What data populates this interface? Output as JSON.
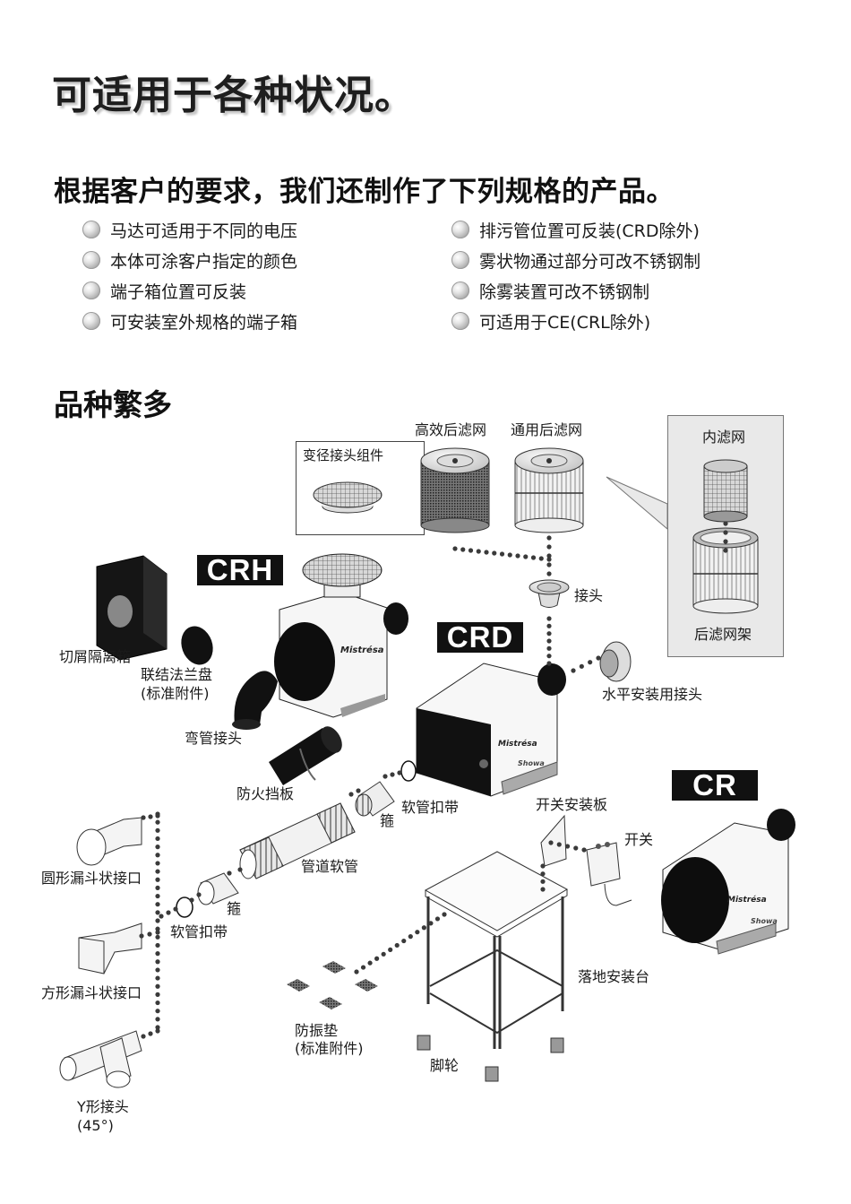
{
  "header": {
    "title": "可适用于各种状况。",
    "subtitle": "根据客户的要求，我们还制作了下列规格的产品。"
  },
  "features": [
    {
      "text": "马达可适用于不同的电压",
      "icon": "bullet-sphere-icon"
    },
    {
      "text": "排污管位置可反装(CRD除外)",
      "icon": "bullet-sphere-icon"
    },
    {
      "text": "本体可涂客户指定的颜色",
      "icon": "bullet-sphere-icon"
    },
    {
      "text": "雾状物通过部分可改不锈钢制",
      "icon": "bullet-sphere-icon"
    },
    {
      "text": "端子箱位置可反装",
      "icon": "bullet-sphere-icon"
    },
    {
      "text": "除雾装置可改不锈钢制",
      "icon": "bullet-sphere-icon"
    },
    {
      "text": "可安装室外规格的端子箱",
      "icon": "bullet-sphere-icon"
    },
    {
      "text": "可适用于CE(CRL除外)",
      "icon": "bullet-sphere-icon"
    }
  ],
  "section": {
    "title": "品种繁多"
  },
  "models": {
    "crh": "CRH",
    "crd": "CRD",
    "cr": "CR"
  },
  "brand_marks": {
    "logo_text": "Mistrésa",
    "maker_text": "Showa"
  },
  "parts": {
    "reducer_kit": "变径接头组件",
    "hepa_filter": "高效后滤网",
    "general_filter": "通用后滤网",
    "inner_filter": "内滤网",
    "filter_frame": "后滤网架",
    "joint": "接头",
    "chip_separator": "切屑隔离箱",
    "flange_line1": "联结法兰盘",
    "flange_line2": "(标准附件)",
    "elbow": "弯管接头",
    "horizontal_joint": "水平安装用接头",
    "fire_damper": "防火挡板",
    "hose_band_1": "软管扣带",
    "hoop_1": "箍",
    "switch_plate": "开关安装板",
    "switch": "开关",
    "duct_hose": "管道软管",
    "round_funnel": "圆形漏斗状接口",
    "hoop_2": "箍",
    "hose_band_2": "软管扣带",
    "square_funnel": "方形漏斗状接口",
    "floor_stand": "落地安装台",
    "vibration_pad_line1": "防振垫",
    "vibration_pad_line2": "(标准附件)",
    "caster": "脚轮",
    "y_joint_line1": "Y形接头",
    "y_joint_line2": "(45°)"
  },
  "colors": {
    "text": "#1a1a1a",
    "badge_bg": "#111111",
    "badge_text": "#ffffff",
    "panel_bg": "#e9e9e9",
    "dot": "#3a3a3a"
  }
}
